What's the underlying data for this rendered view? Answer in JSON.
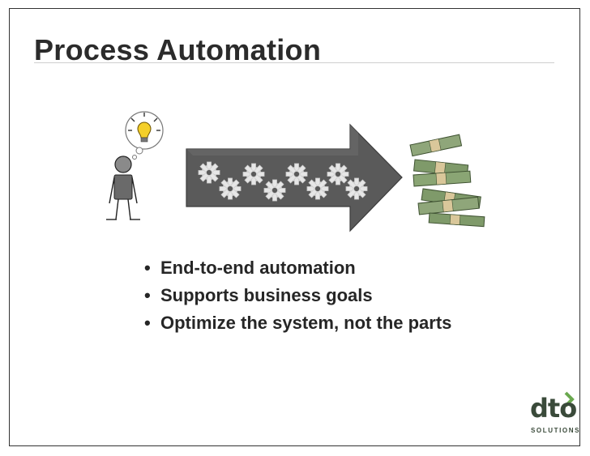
{
  "slide": {
    "title": "Process Automation",
    "bullets": [
      "End-to-end automation",
      "Supports business goals",
      "Optimize the system, not the parts"
    ],
    "bullet_marker": "•"
  },
  "logo": {
    "word_main": "dto",
    "word_sub": "SOLUTIONS"
  },
  "illustration": {
    "person": "stick-figure-thinking",
    "idea": "lightbulb-icon",
    "process": "gears-arrow",
    "result": "money-stacks"
  },
  "colors": {
    "title": "#2b2b2b",
    "arrow": "#555555",
    "gear": "#e6e6e6",
    "money": "#7f9a6a",
    "lightbulb": "#f4cf2a",
    "logo_accent": "#6aa84f"
  }
}
